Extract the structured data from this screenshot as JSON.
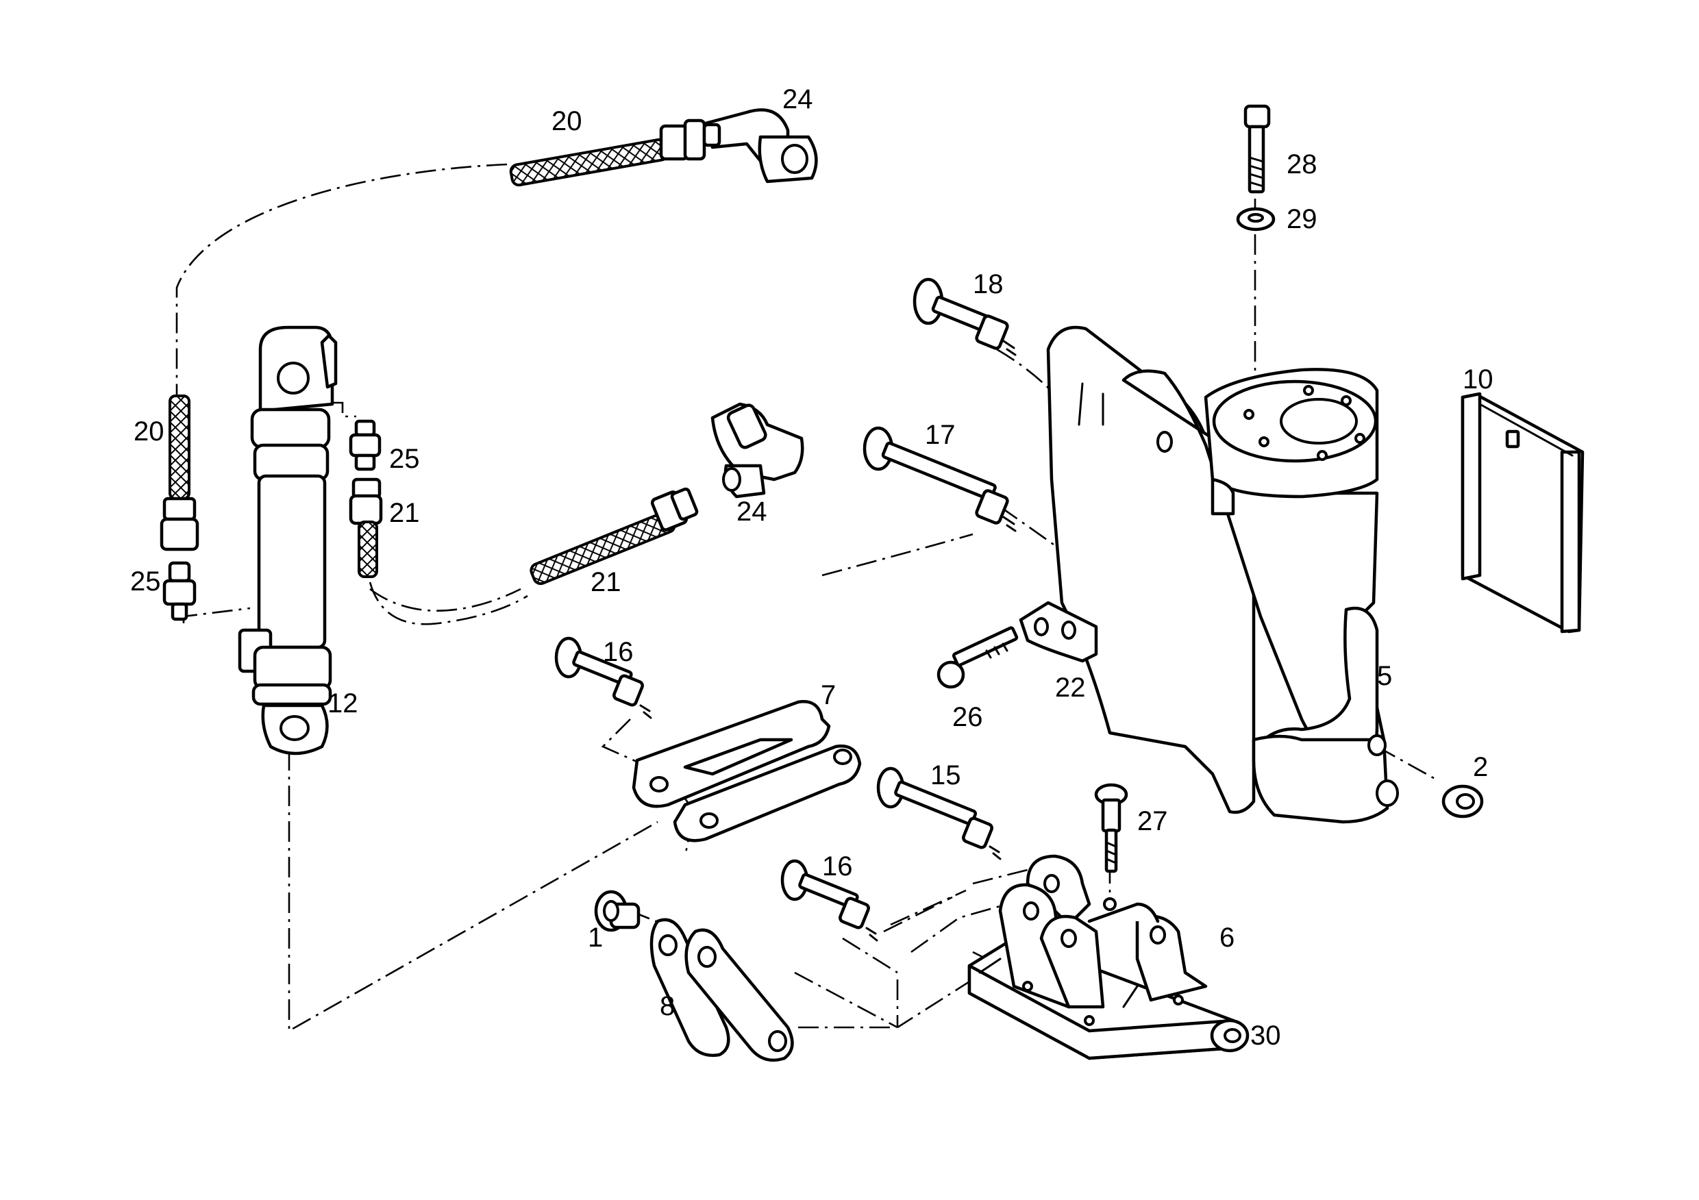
{
  "callouts": {
    "c1": "1",
    "c2": "2",
    "c5": "5",
    "c6": "6",
    "c7": "7",
    "c8": "8",
    "c10": "10",
    "c12": "12",
    "c15": "15",
    "c16a": "16",
    "c16b": "16",
    "c17": "17",
    "c18": "18",
    "c20a": "20",
    "c20b": "20",
    "c21a": "21",
    "c21b": "21",
    "c22": "22",
    "c24a": "24",
    "c24b": "24",
    "c25a": "25",
    "c25b": "25",
    "c26": "26",
    "c27": "27",
    "c28": "28",
    "c29": "29",
    "c30": "30"
  }
}
